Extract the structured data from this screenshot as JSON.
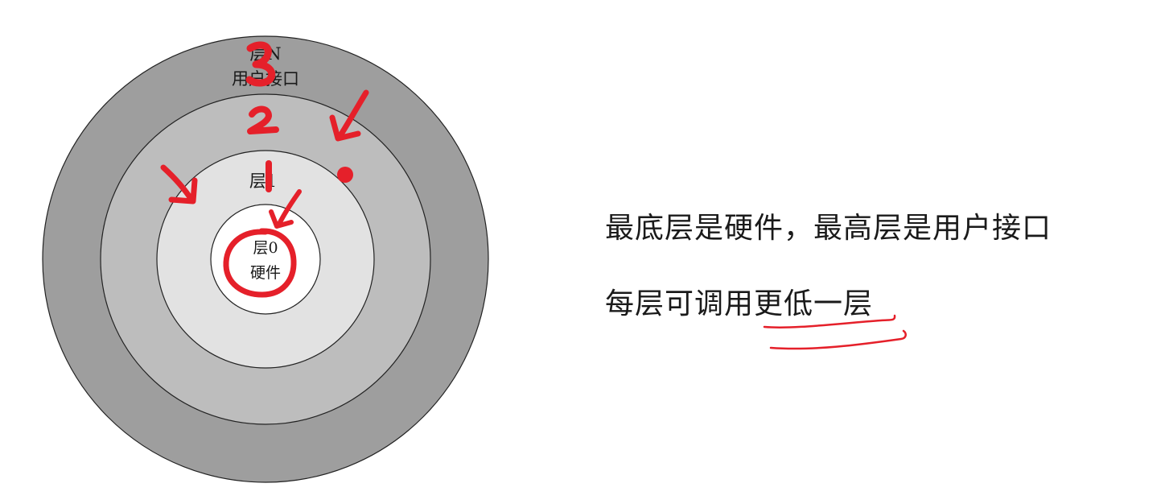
{
  "diagram": {
    "layers": [
      {
        "id": "layer-n",
        "lines": [
          "层N",
          "用户接口"
        ]
      },
      {
        "id": "layer-2",
        "lines": []
      },
      {
        "id": "layer-1",
        "lines": [
          "层1"
        ]
      },
      {
        "id": "layer-0",
        "lines": [
          "层0",
          "硬件"
        ]
      }
    ],
    "annotations": {
      "numbers": [
        "3",
        "2",
        "1"
      ]
    },
    "colors": {
      "ring_outer": "#9e9e9e",
      "ring_second": "#bdbdbd",
      "ring_third": "#e2e2e2",
      "core": "#ffffff",
      "ink_red": "#e5202a"
    }
  },
  "text": {
    "statement_1": "最底层是硬件，最高层是用户接口",
    "statement_2_plain": "每层可调用",
    "statement_2_emph": "更低一层"
  }
}
